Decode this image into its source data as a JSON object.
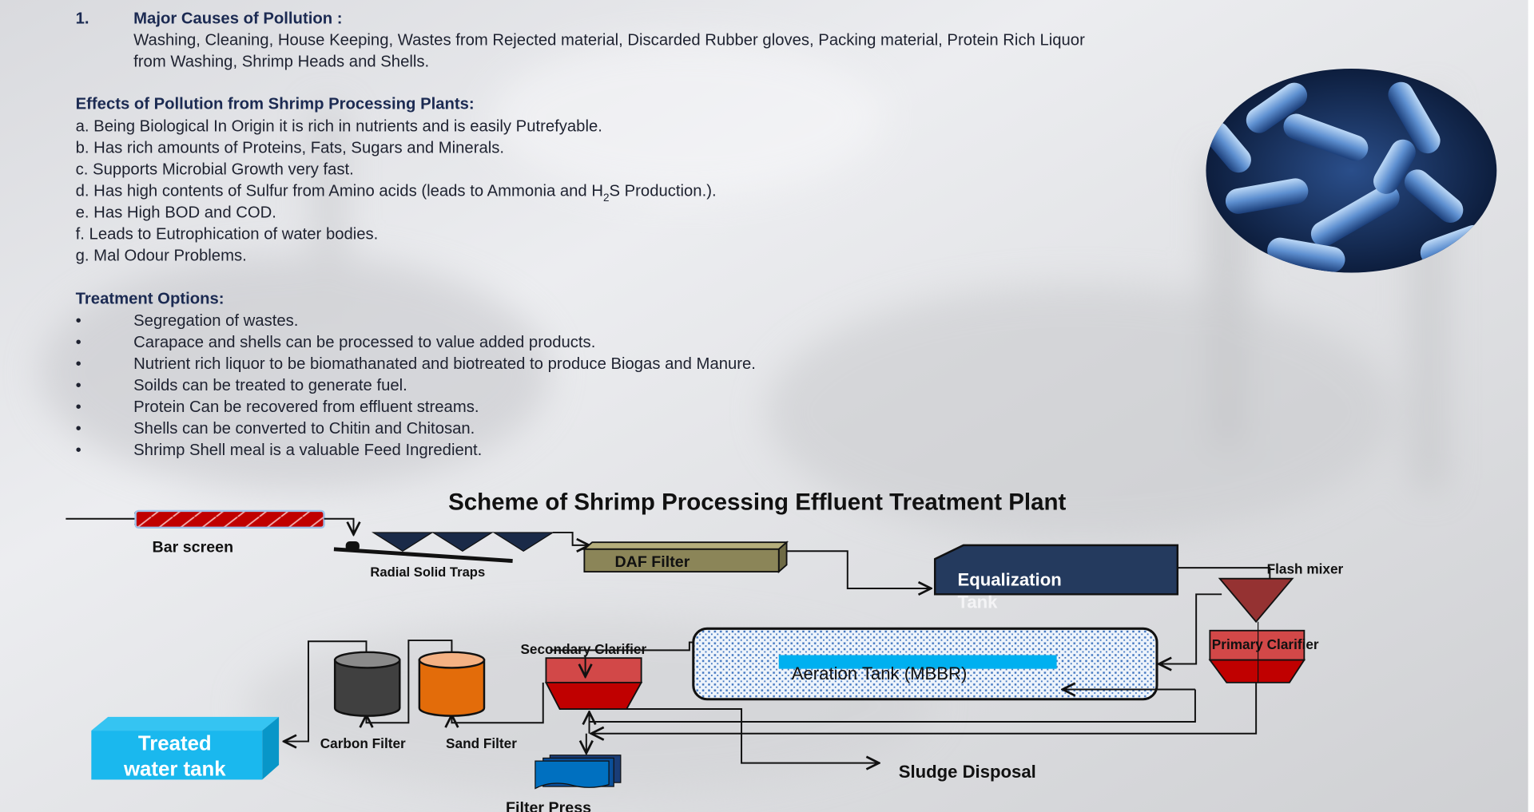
{
  "section1": {
    "number": "1.",
    "heading": "Major Causes of Pollution :",
    "lines": [
      "Washing, Cleaning, House Keeping, Wastes from Rejected material, Discarded Rubber gloves, Packing material, Protein Rich Liquor",
      "from Washing, Shrimp Heads and Shells."
    ]
  },
  "effects": {
    "heading": "Effects of Pollution from Shrimp Processing Plants:",
    "items": [
      "a. Being Biological In Origin it is rich in nutrients and is easily Putrefyable.",
      "b. Has rich amounts of Proteins, Fats, Sugars and Minerals.",
      "c. Supports Microbial Growth very fast.",
      "e. Has High BOD and COD.",
      "f. Leads to Eutrophication of water bodies.",
      "g. Mal Odour Problems."
    ],
    "item_d": {
      "before": "d. Has high contents of Sulfur from Amino acids (leads to Ammonia and H",
      "sub": "2",
      "after": "S Production.)."
    }
  },
  "treatment": {
    "heading": "Treatment Options:",
    "bullet": "•",
    "items": [
      "Segregation of wastes.",
      "Carapace and shells can be processed to value added products.",
      "Nutrient rich liquor to be biomathanated and biotreated to produce Biogas and Manure.",
      "Soilds can be treated to generate fuel.",
      "Protein Can be recovered from effluent streams.",
      "Shells can be converted to Chitin and Chitosan.",
      "Shrimp Shell meal is a valuable Feed Ingredient."
    ]
  },
  "scheme": {
    "title": "Scheme of Shrimp Processing Effluent Treatment Plant",
    "bar_screen": "Bar screen",
    "radial_traps": "Radial Solid Traps",
    "daf": "DAF Filter",
    "equalization_1": "Equalization",
    "equalization_2": "Tank",
    "flash_mixer": "Flash mixer",
    "primary_clarifier": "Primary Clarifier",
    "aeration": "Aeration Tank (MBBR)",
    "secondary_clarifier": "Secondary Clarifier",
    "sand_filter": "Sand Filter",
    "carbon_filter": "Carbon Filter",
    "treated_1": "Treated",
    "treated_2": "water tank",
    "filter_press": "Filter Press",
    "sludge": "Sludge Disposal"
  },
  "colors": {
    "heading": "#1b2a52",
    "bar_screen": "#c00000",
    "equalization": "#243a5e",
    "flash_mixer": "#953232",
    "clarifier": "#c00000",
    "aeration_label_bar": "#00b0f0",
    "sand_filter": "#e36c0a",
    "carbon_filter": "#404040",
    "treated_tank": "#1ab8ee",
    "daf": "#8b8558",
    "filter_press": "#0070c0"
  }
}
